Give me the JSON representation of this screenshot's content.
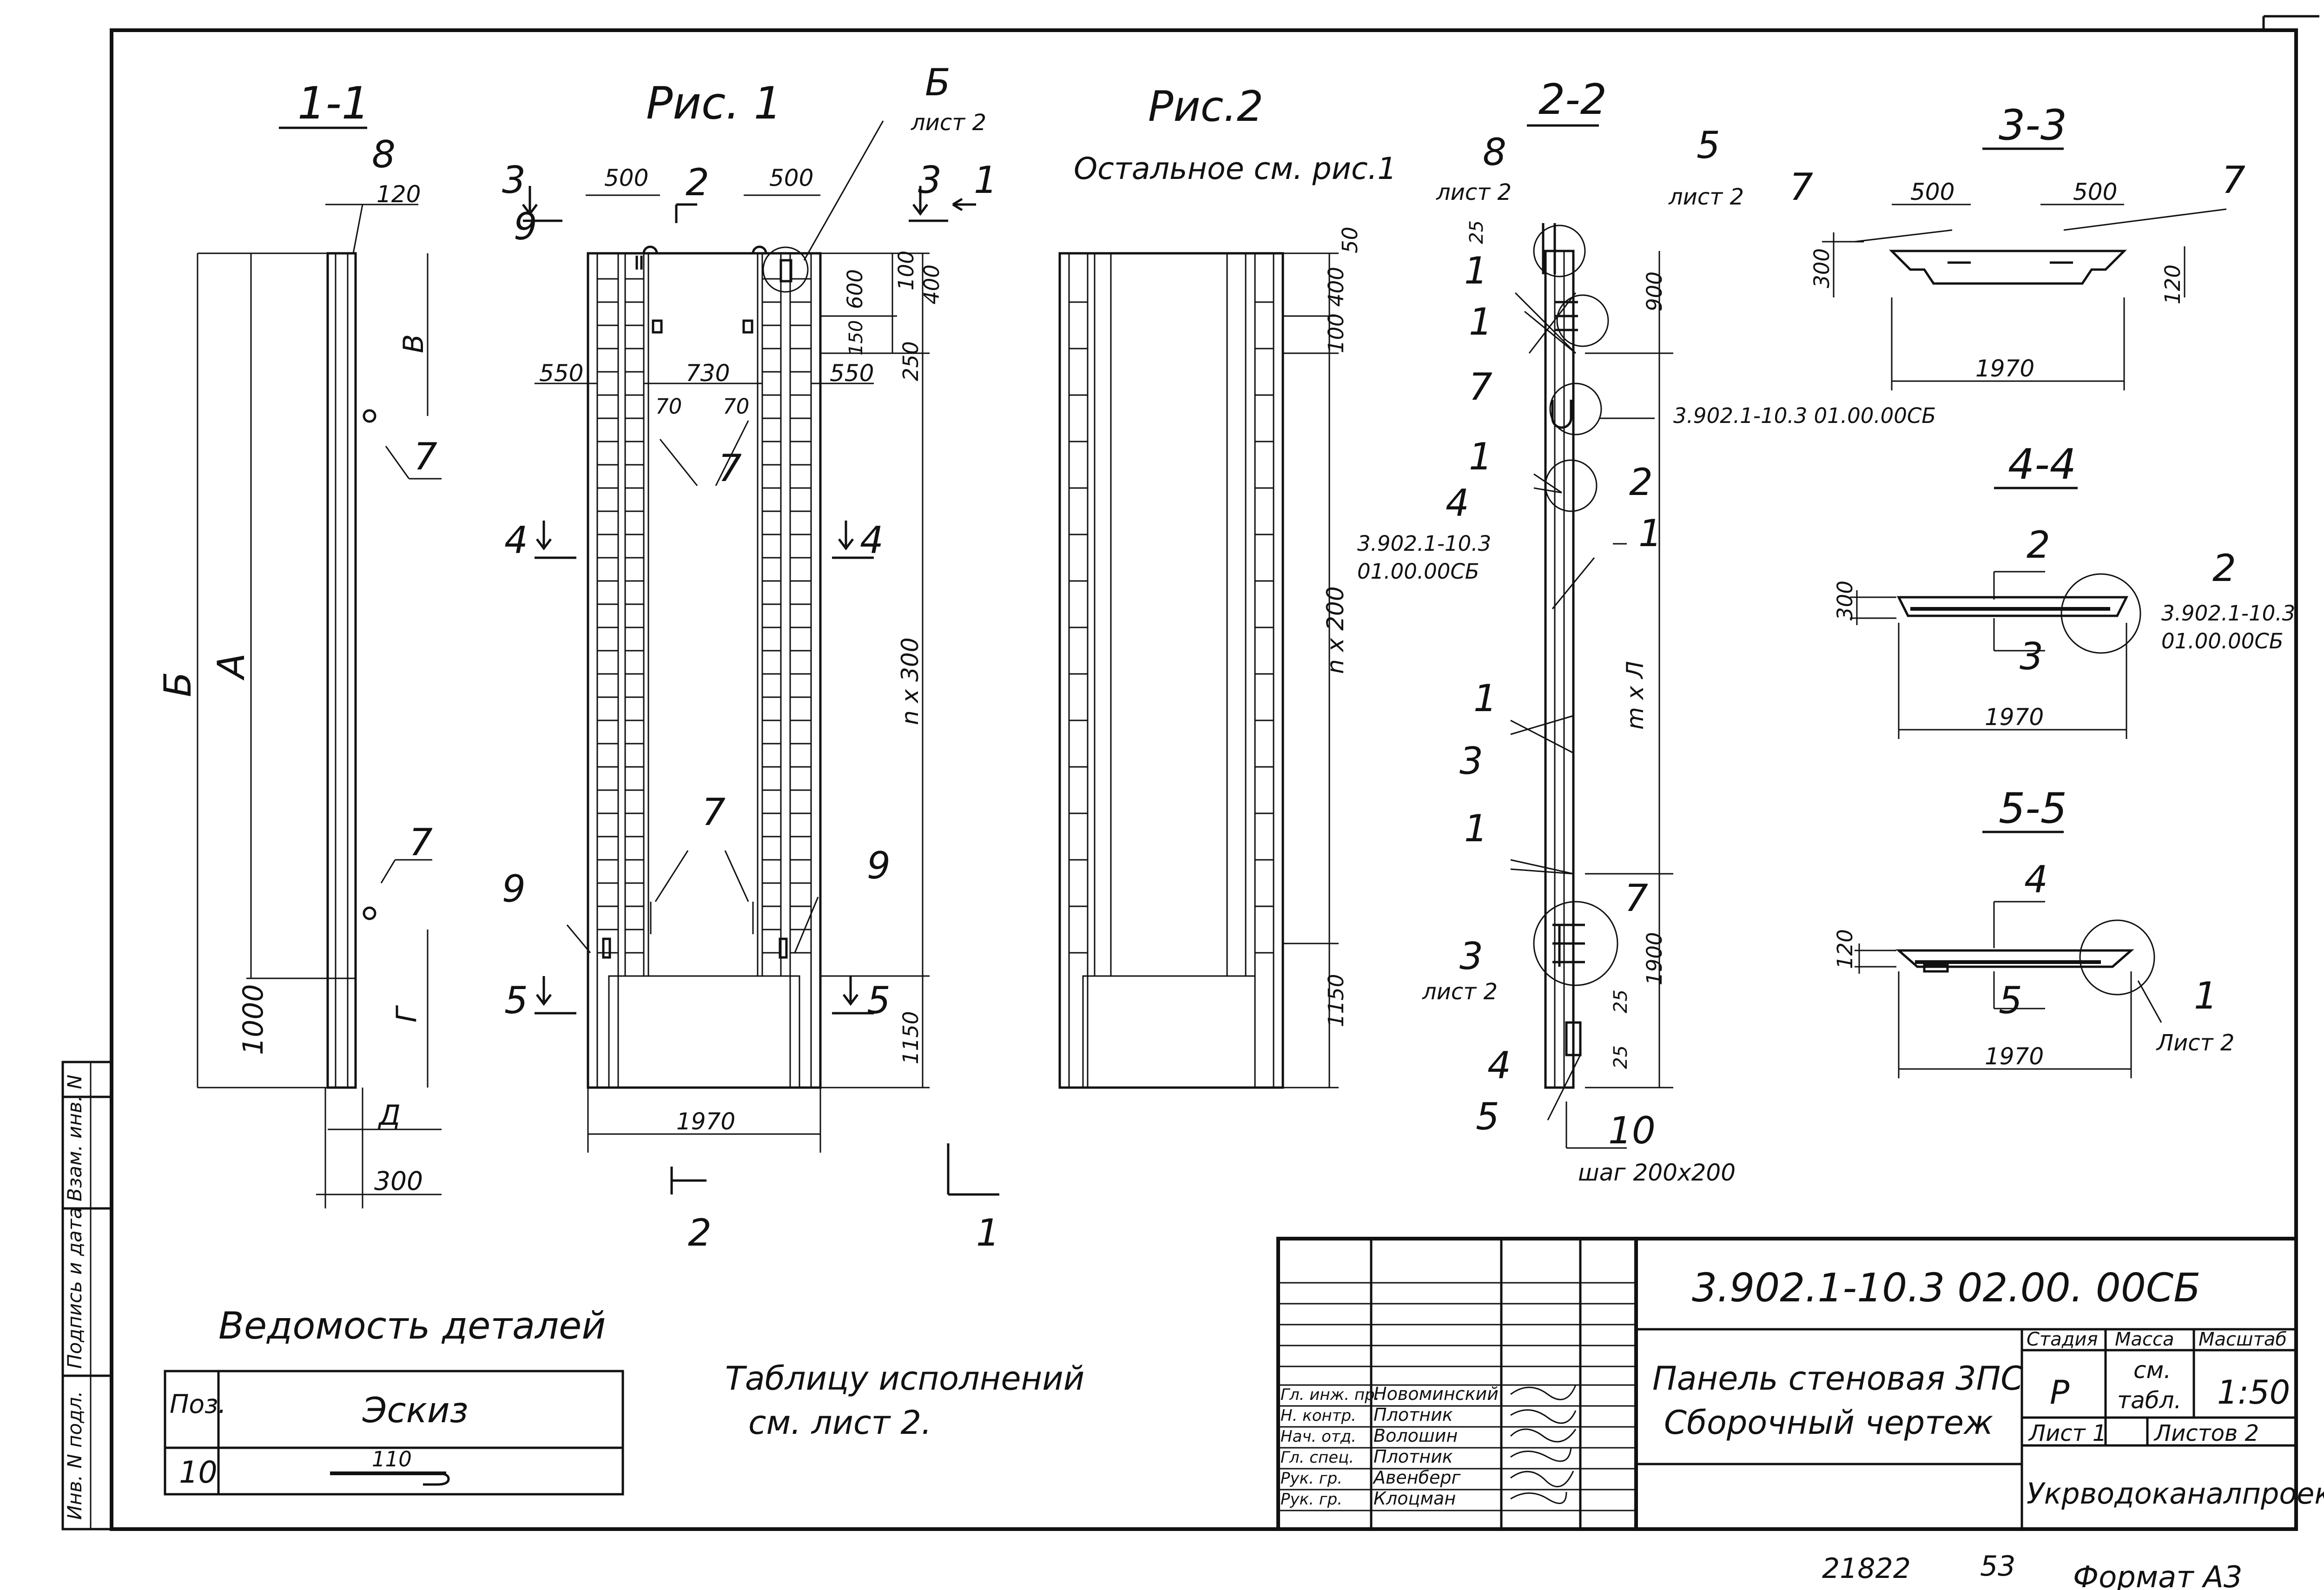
{
  "views": {
    "section_1_1": {
      "title": "1-1",
      "labels": [
        "8",
        "120",
        "В",
        "7",
        "Б",
        "А",
        "7",
        "1000",
        "Г",
        "Д",
        "300"
      ]
    },
    "fig1": {
      "title": "Рис. 1",
      "labels": [
        "Б",
        "лист 2",
        "3",
        "500",
        "2",
        "500",
        "3",
        "1",
        "9",
        "100",
        "400",
        "600",
        "150",
        "250",
        "550",
        "730",
        "70",
        "70",
        "550",
        "7",
        "4",
        "4",
        "n x 300",
        "7",
        "9",
        "9",
        "5",
        "5",
        "1150",
        "1970",
        "2",
        "1"
      ]
    },
    "fig2": {
      "title": "Рис.2",
      "subtitle": "Остальное см. рис.1",
      "labels": [
        "50",
        "400",
        "100",
        "n x 200",
        "1150"
      ]
    },
    "section_2_2": {
      "title": "2-2",
      "labels": [
        "8",
        "лист 2",
        "5",
        "лист 2",
        "25",
        "1",
        "900",
        "1",
        "7",
        "3.902.1-10.3  01.00.00СБ",
        "1",
        "4",
        "3.902.1-10.3",
        "01.00.00СБ",
        "2",
        "1",
        "m x Л",
        "1",
        "3",
        "1",
        "7",
        "3",
        "лист 2",
        "1900",
        "25",
        "25",
        "4",
        "5",
        "10",
        "шаг 200х200"
      ]
    },
    "section_3_3": {
      "title": "3-3",
      "labels": [
        "7",
        "500",
        "500",
        "7",
        "300",
        "120",
        "1970"
      ]
    },
    "section_4_4": {
      "title": "4-4",
      "labels": [
        "2",
        "2",
        "3.902.1-10.3",
        "01.00.00СБ",
        "300",
        "3",
        "1970"
      ]
    },
    "section_5_5": {
      "title": "5-5",
      "labels": [
        "4",
        "120",
        "5",
        "1",
        "Лист 2",
        "1970"
      ]
    }
  },
  "parts_list": {
    "title": "Ведомость деталей",
    "headers": [
      "Поз.",
      "Эскиз"
    ],
    "rows": [
      {
        "pos": "10",
        "sketch": "110"
      }
    ]
  },
  "note": {
    "line1": "Таблицу исполнений",
    "line2": "см. лист 2."
  },
  "side_stamp": [
    "Инв. N подл.",
    "Подпись и дата",
    "Взам. инв. N"
  ],
  "title_block": {
    "doc_code": "3.902.1-10.3 02.00. 00СБ",
    "name_line1": "Панель стеновая 3ПС",
    "name_line2": "Сборочный чертеж",
    "headers": {
      "stage": "Стадия",
      "mass": "Масса",
      "scale": "Масштаб"
    },
    "stage": "Р",
    "mass_line1": "см.",
    "mass_line2": "табл.",
    "scale": "1:50",
    "sheet": "Лист 1",
    "sheets": "Листов 2",
    "organization": "Укрводоканалпроект",
    "signatures": [
      {
        "role": "Гл. инж. пр.",
        "name": "Новоминский"
      },
      {
        "role": "Н. контр.",
        "name": "Плотник"
      },
      {
        "role": "Нач. отд.",
        "name": "Волошин"
      },
      {
        "role": "Гл. спец.",
        "name": "Плотник"
      },
      {
        "role": "Рук. гр.",
        "name": "Авенберг"
      },
      {
        "role": "Рук. гр.",
        "name": "Клоцман"
      }
    ]
  },
  "footer": {
    "inv_number": "21822",
    "page": "53",
    "format": "Формат А3"
  }
}
